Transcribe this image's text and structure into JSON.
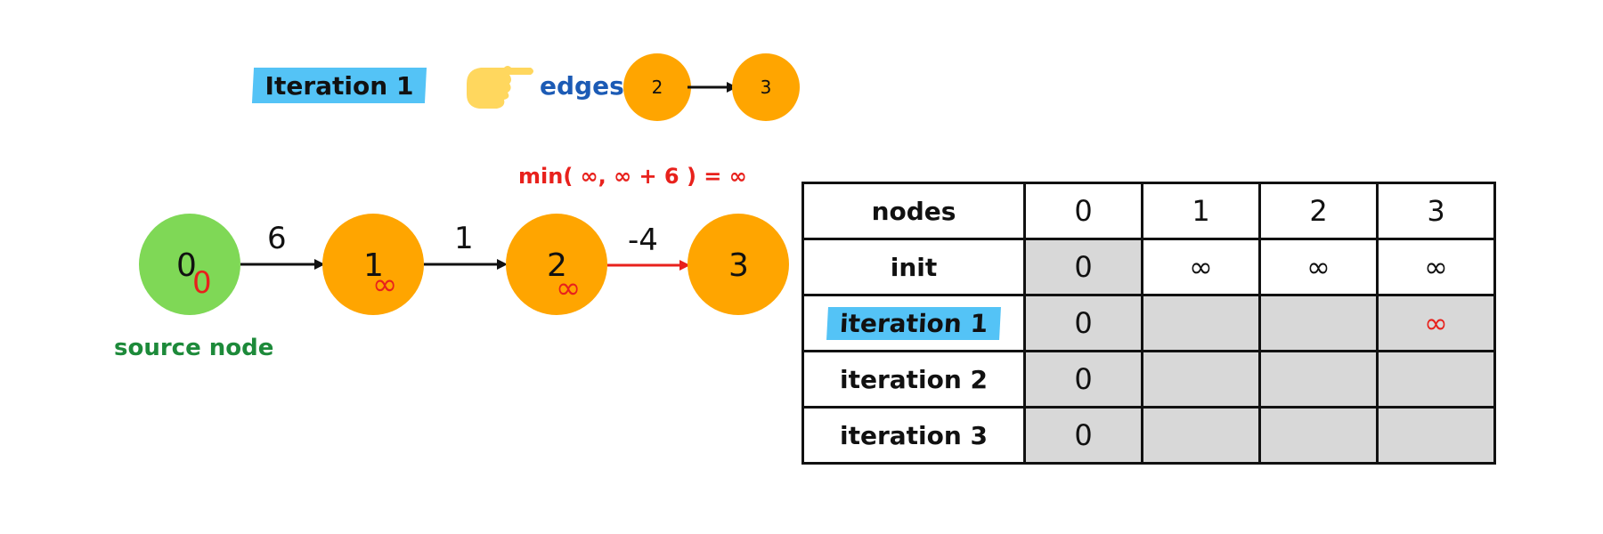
{
  "header": {
    "iteration_label": "Iteration 1",
    "edges_label": "edges",
    "edge_from": "2",
    "edge_to": "3"
  },
  "formula": "min( ∞,  ∞ + 6 ) =  ∞",
  "graph": {
    "nodes": [
      {
        "id": "0",
        "dist": "0",
        "color": "#7fd856"
      },
      {
        "id": "1",
        "dist": "∞",
        "color": "#ffa500"
      },
      {
        "id": "2",
        "dist": "∞",
        "color": "#ffa500"
      },
      {
        "id": "3",
        "dist": "",
        "color": "#ffa500"
      }
    ],
    "edges": [
      {
        "from": "0",
        "to": "1",
        "weight": "6",
        "highlight": false
      },
      {
        "from": "1",
        "to": "2",
        "weight": "1",
        "highlight": false
      },
      {
        "from": "2",
        "to": "3",
        "weight": "-4",
        "highlight": true
      }
    ],
    "source_label": "source node"
  },
  "table": {
    "header": [
      "nodes",
      "0",
      "1",
      "2",
      "3"
    ],
    "rows": [
      {
        "label": "init",
        "values": [
          "0",
          "∞",
          "∞",
          "∞"
        ]
      },
      {
        "label": "iteration 1",
        "values": [
          "0",
          "",
          "",
          "∞"
        ]
      },
      {
        "label": "iteration 2",
        "values": [
          "0",
          "",
          "",
          ""
        ]
      },
      {
        "label": "iteration 3",
        "values": [
          "0",
          "",
          "",
          ""
        ]
      }
    ]
  },
  "colors": {
    "highlight": "#54c3f6",
    "node_orange": "#ffa500",
    "node_green": "#7fd856",
    "edge_highlight": "#e8211c",
    "cell_shade": "#d8d8d8"
  }
}
